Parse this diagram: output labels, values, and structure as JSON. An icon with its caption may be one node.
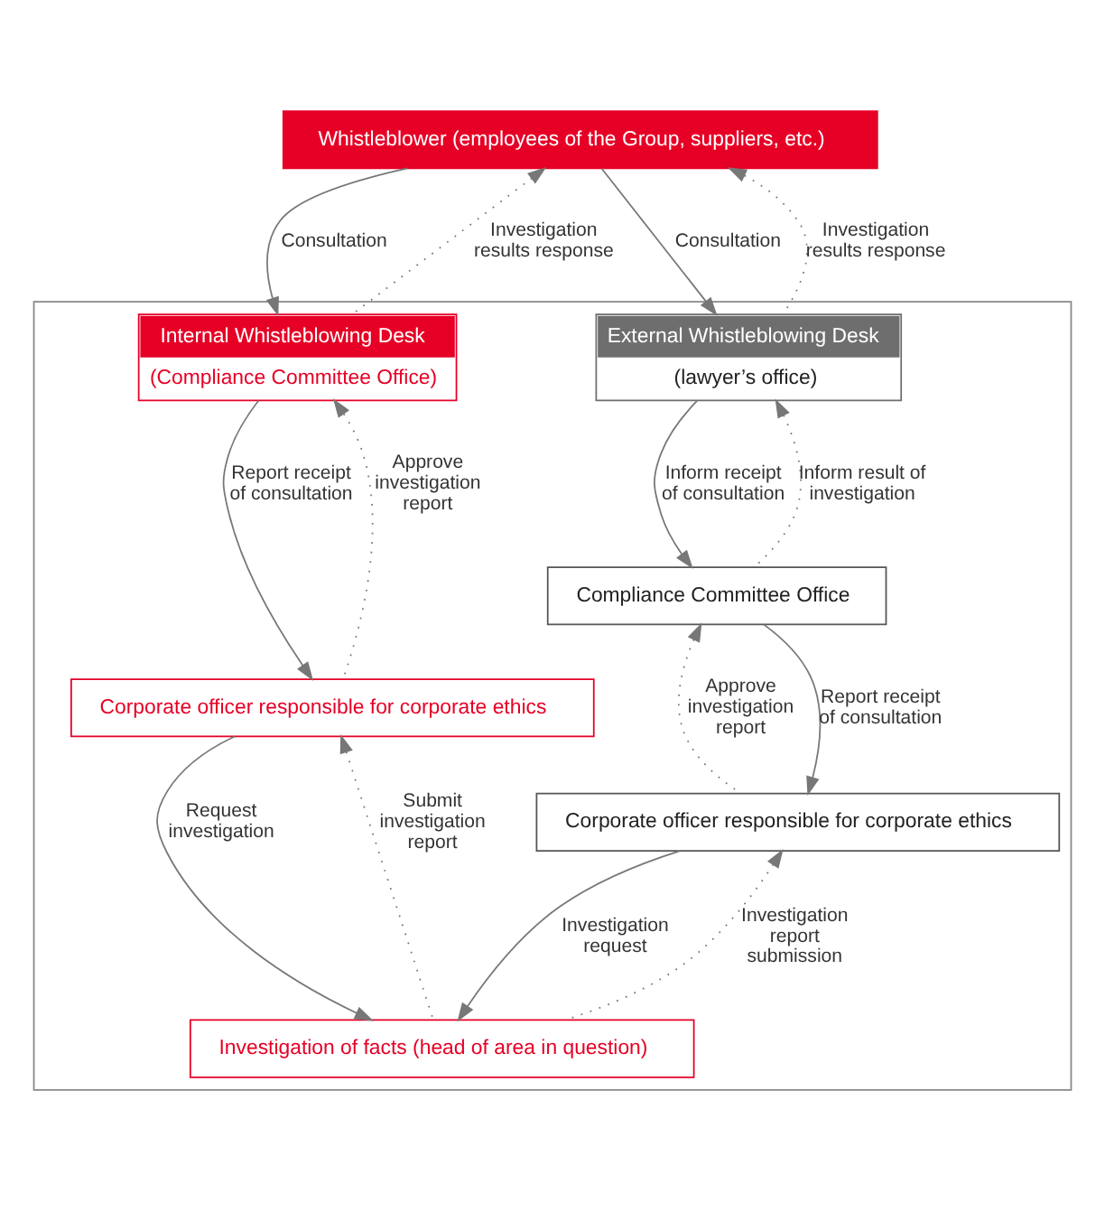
{
  "diagram": {
    "nodes": [
      {
        "text": [
          "Whistleblower (employees of the Group, suppliers, etc.)"
        ]
      },
      {
        "text": [],
        "shape": "box"
      },
      {
        "text": [
          "Internal Whistleblowing Desk",
          "(Compliance Committee Office)"
        ],
        "in": 1
      },
      {
        "text": [
          "External Whistleblowing Desk",
          "(lawyer’s office)"
        ],
        "in": 1
      },
      {
        "text": [
          "Corporate officer responsible for corporate ethics"
        ],
        "in": 1
      },
      {
        "text": [
          "Compliance Committee Office"
        ],
        "in": 1
      },
      {
        "text": [
          "Corporate officer responsible for corporate ethics"
        ],
        "in": 1
      },
      {
        "text": [
          "Investigation of facts (head of area in question)"
        ],
        "in": 1
      }
    ],
    "edges": [
      {
        "from": 0,
        "to": 2,
        "arrow": "to",
        "label": "Consultation"
      },
      {
        "from": 2,
        "to": 0,
        "arrow": "to",
        "label": "Investigation results response",
        "style": "dashed"
      },
      {
        "from": 0,
        "to": 3,
        "arrow": "to",
        "label": "Consultation"
      },
      {
        "from": 3,
        "to": 0,
        "arrow": "to",
        "label": "Investigation results response",
        "style": "dashed"
      },
      {
        "from": 2,
        "to": 4,
        "arrow": "to",
        "label": "Report receipt of consultation"
      },
      {
        "from": 4,
        "to": 2,
        "arrow": "to",
        "label": "Approve investigation report",
        "style": "dashed"
      },
      {
        "from": 3,
        "to": 5,
        "arrow": "to",
        "label": "Inform receipt of consultation"
      },
      {
        "from": 5,
        "to": 3,
        "arrow": "to",
        "label": "Inform result of investigation",
        "style": "dashed"
      },
      {
        "from": 5,
        "to": 6,
        "arrow": "to",
        "label": "Report receipt of consultation"
      },
      {
        "from": 6,
        "to": 5,
        "arrow": "to",
        "label": "Approve investigation report",
        "style": "dashed"
      },
      {
        "from": 4,
        "to": 7,
        "arrow": "to",
        "label": "Request investigation"
      },
      {
        "from": 7,
        "to": 4,
        "arrow": "to",
        "label": "Submit investigation report",
        "style": "dashed"
      },
      {
        "from": 6,
        "to": 7,
        "arrow": "to",
        "label": "Investigation request"
      },
      {
        "from": 7,
        "to": 6,
        "arrow": "to",
        "label": "Investigation report submission",
        "style": "dashed"
      }
    ]
  }
}
